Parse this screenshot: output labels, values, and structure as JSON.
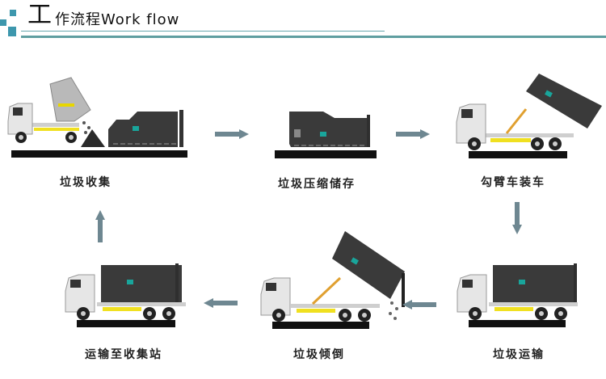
{
  "header": {
    "title_char": "工",
    "title_rest": "作流程Work flow",
    "accent_color": "#3d97ad"
  },
  "steps": [
    {
      "label": "垃圾收集"
    },
    {
      "label": "垃圾压缩储存"
    },
    {
      "label": "勾臂车装车"
    },
    {
      "label": "垃圾运输"
    },
    {
      "label": "垃圾倾倒"
    },
    {
      "label": "运输至收集站"
    }
  ],
  "arrows": [
    {
      "from": "垃圾收集",
      "to": "垃圾压缩储存",
      "direction": "right"
    },
    {
      "from": "垃圾压缩储存",
      "to": "勾臂车装车",
      "direction": "right"
    },
    {
      "from": "勾臂车装车",
      "to": "垃圾运输",
      "direction": "down"
    },
    {
      "from": "垃圾运输",
      "to": "垃圾倾倒",
      "direction": "left"
    },
    {
      "from": "垃圾倾倒",
      "to": "运输至收集站",
      "direction": "left"
    },
    {
      "from": "运输至收集站",
      "to": "垃圾收集",
      "direction": "up"
    }
  ],
  "colors": {
    "arrow": "#6e8791",
    "truck_body": "#3a3a3a",
    "cab": "#e6e6e6",
    "frame": "#f0e020",
    "ground": "#111111"
  }
}
